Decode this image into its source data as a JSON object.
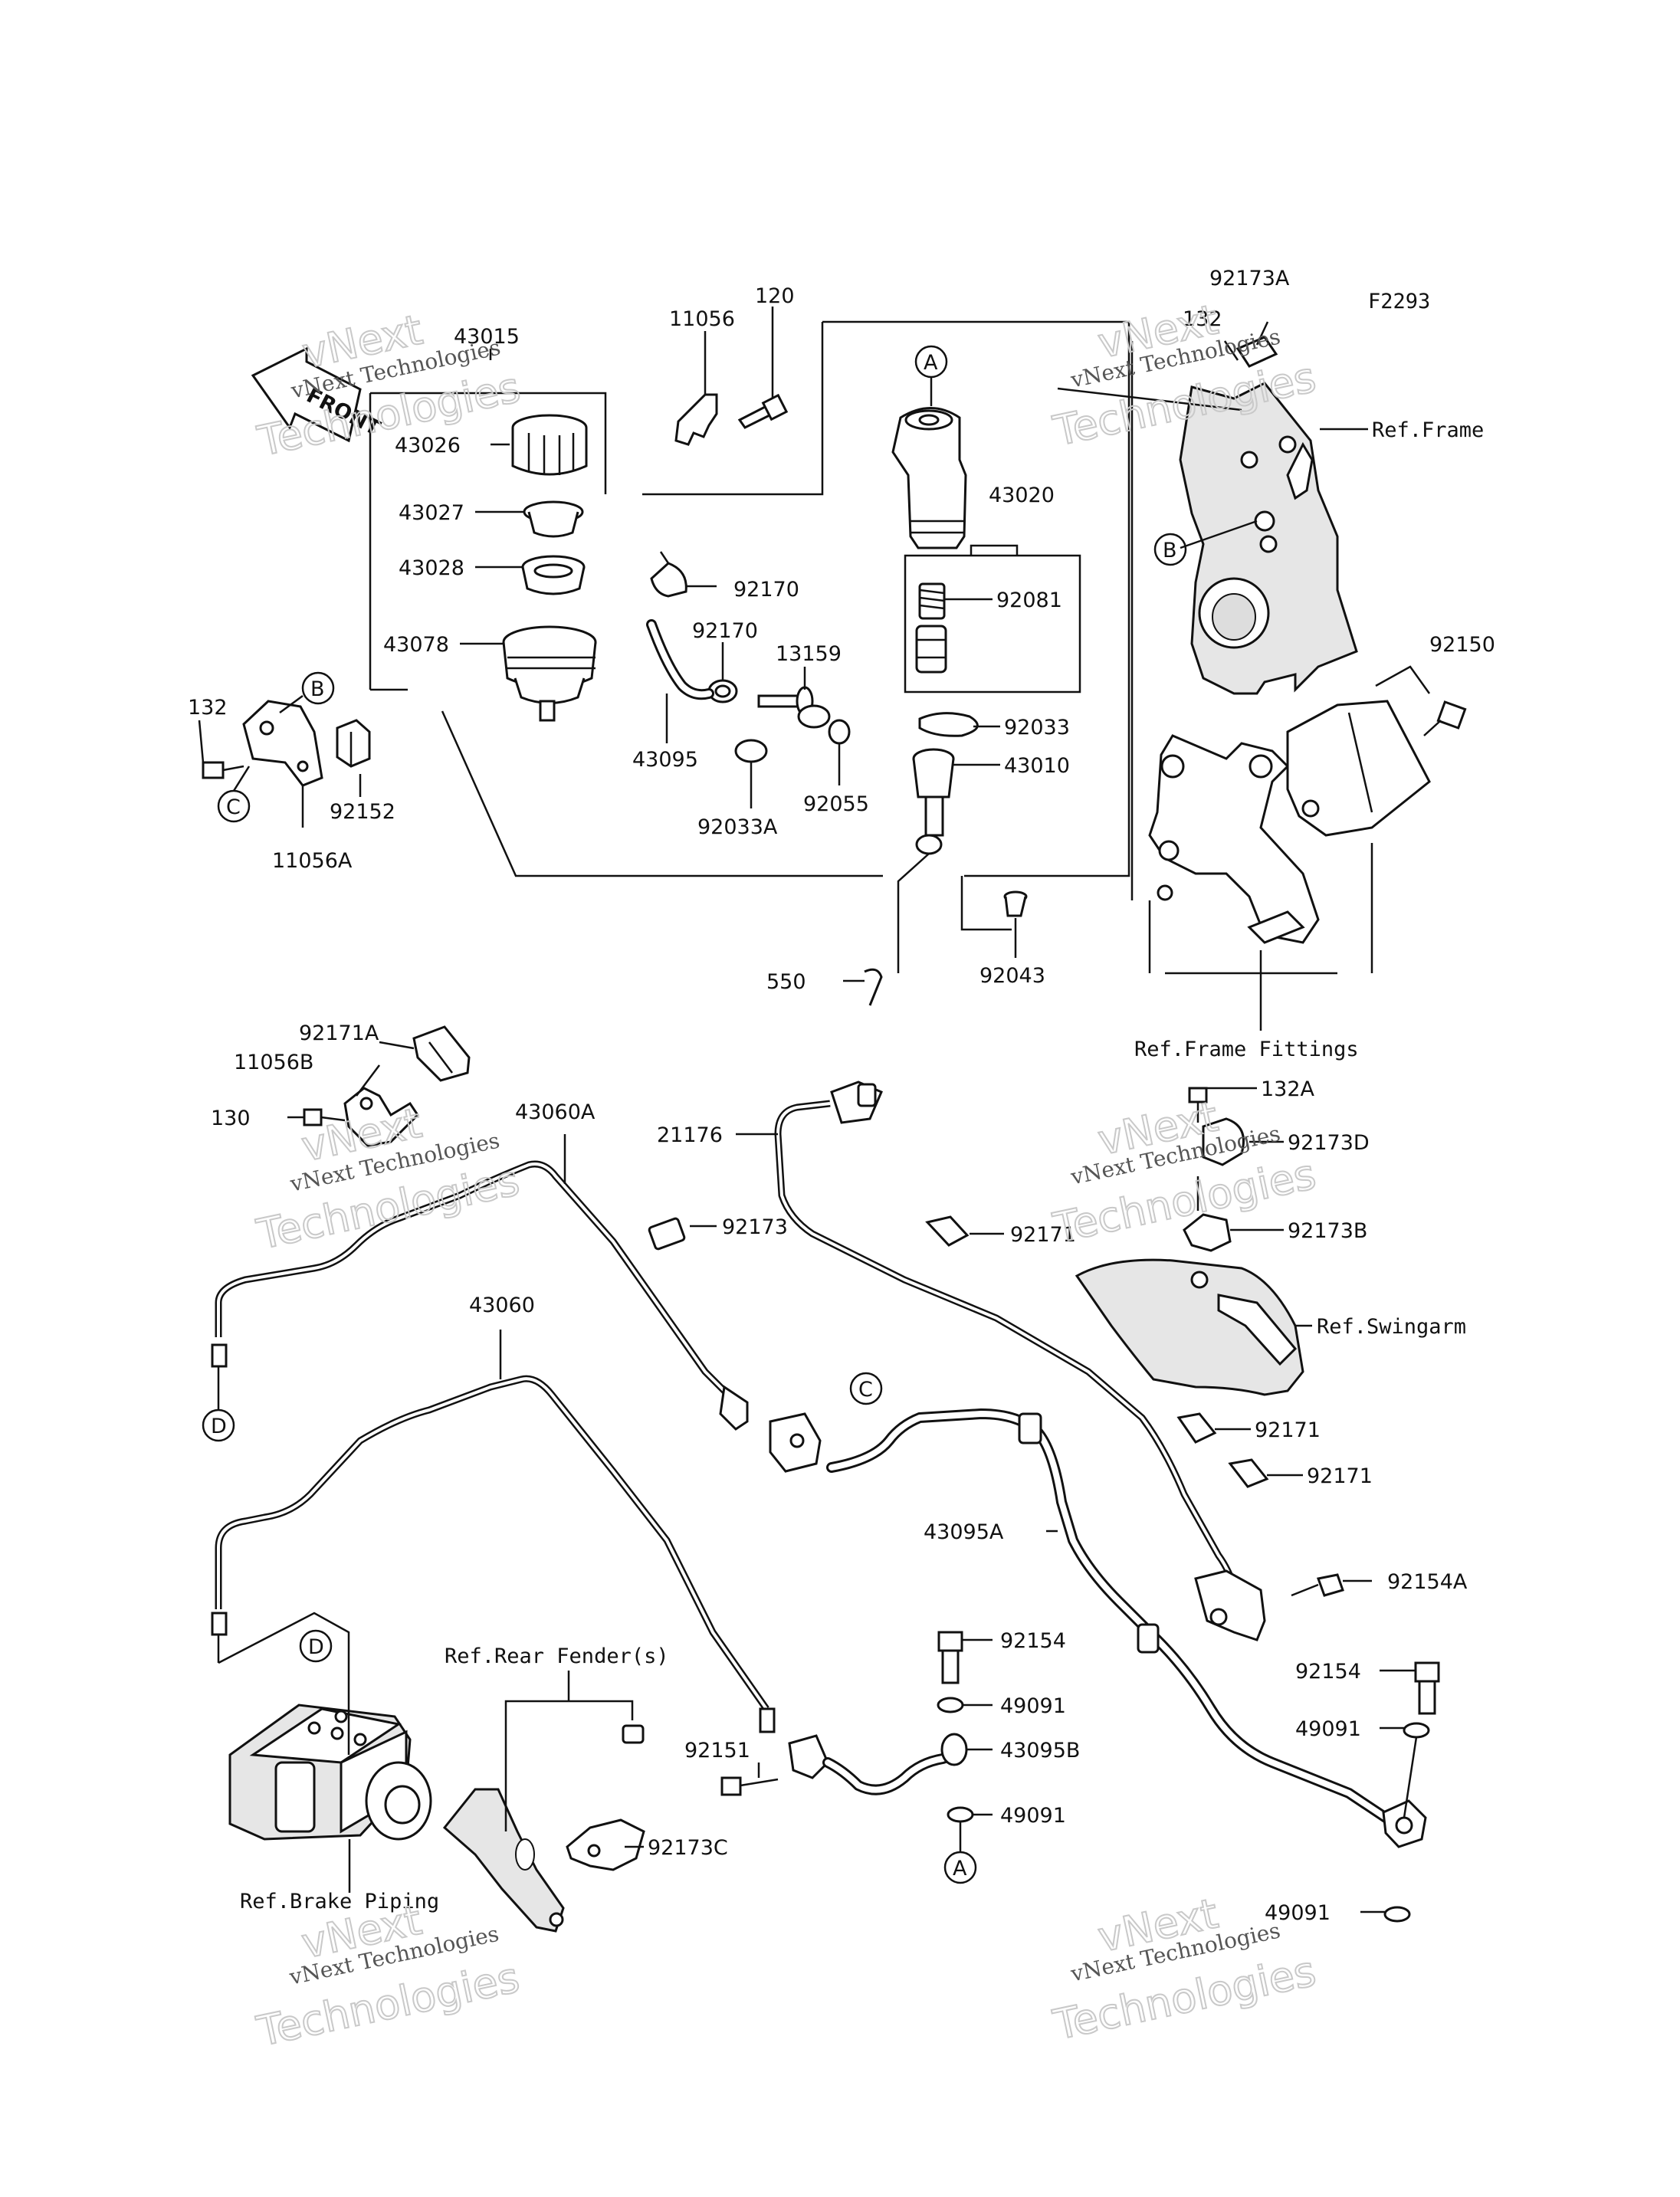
{
  "diagram_code": "F2293",
  "front_label": "FRONT",
  "watermark": {
    "line1": "vNext",
    "line2": "vNext Technologies",
    "line3": "Technologies"
  },
  "callouts": {
    "A": "A",
    "B": "B",
    "C": "C",
    "D": "D"
  },
  "parts": {
    "p43015": "43015",
    "p11056": "11056",
    "p120": "120",
    "p43026": "43026",
    "p43027": "43027",
    "p43028": "43028",
    "p43078": "43078",
    "p132": "132",
    "p92152": "92152",
    "p11056A": "11056A",
    "p92170a": "92170",
    "p92170b": "92170",
    "p13159": "13159",
    "p43095": "43095",
    "p92033A": "92033A",
    "p92055": "92055",
    "p43020": "43020",
    "p92081": "92081",
    "p92033": "92033",
    "p43010": "43010",
    "p550": "550",
    "p92043": "92043",
    "p92173A": "92173A",
    "p132b": "132",
    "p92150": "92150",
    "p92171A": "92171A",
    "p11056B": "11056B",
    "p130": "130",
    "p43060A": "43060A",
    "p21176": "21176",
    "p92173": "92173",
    "p92171a": "92171",
    "p132A": "132A",
    "p92173D": "92173D",
    "p92173B": "92173B",
    "p43060": "43060",
    "p92171b": "92171",
    "p92171c": "92171",
    "p43095A": "43095A",
    "p92154A": "92154A",
    "p92154a": "92154",
    "p92154b": "92154",
    "p49091a": "49091",
    "p49091b": "49091",
    "p49091c": "49091",
    "p49091d": "49091",
    "p92151": "92151",
    "p43095B": "43095B",
    "p92173C": "92173C"
  },
  "refs": {
    "frame": "Ref.Frame",
    "frame_fittings": "Ref.Frame Fittings",
    "swingarm": "Ref.Swingarm",
    "rear_fender": "Ref.Rear Fender(s)",
    "brake_piping": "Ref.Brake Piping"
  }
}
